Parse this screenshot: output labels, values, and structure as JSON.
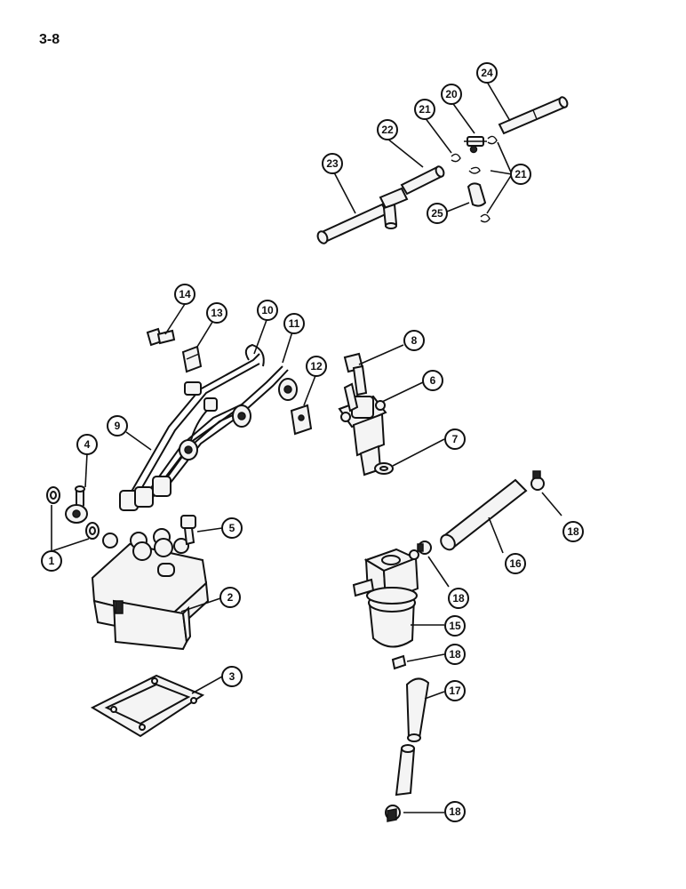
{
  "page_number": "3-8",
  "callouts": {
    "c1": "1",
    "c2": "2",
    "c3": "3",
    "c4": "4",
    "c5": "5",
    "c6": "6",
    "c7": "7",
    "c8": "8",
    "c9": "9",
    "c10": "10",
    "c11": "11",
    "c12": "12",
    "c13": "13",
    "c14": "14",
    "c15": "15",
    "c16": "16",
    "c17": "17",
    "c18a": "18",
    "c18b": "18",
    "c18c": "18",
    "c18d": "18",
    "c20": "20",
    "c21a": "21",
    "c21b": "21",
    "c22": "22",
    "c23": "23",
    "c24": "24",
    "c25": "25"
  }
}
